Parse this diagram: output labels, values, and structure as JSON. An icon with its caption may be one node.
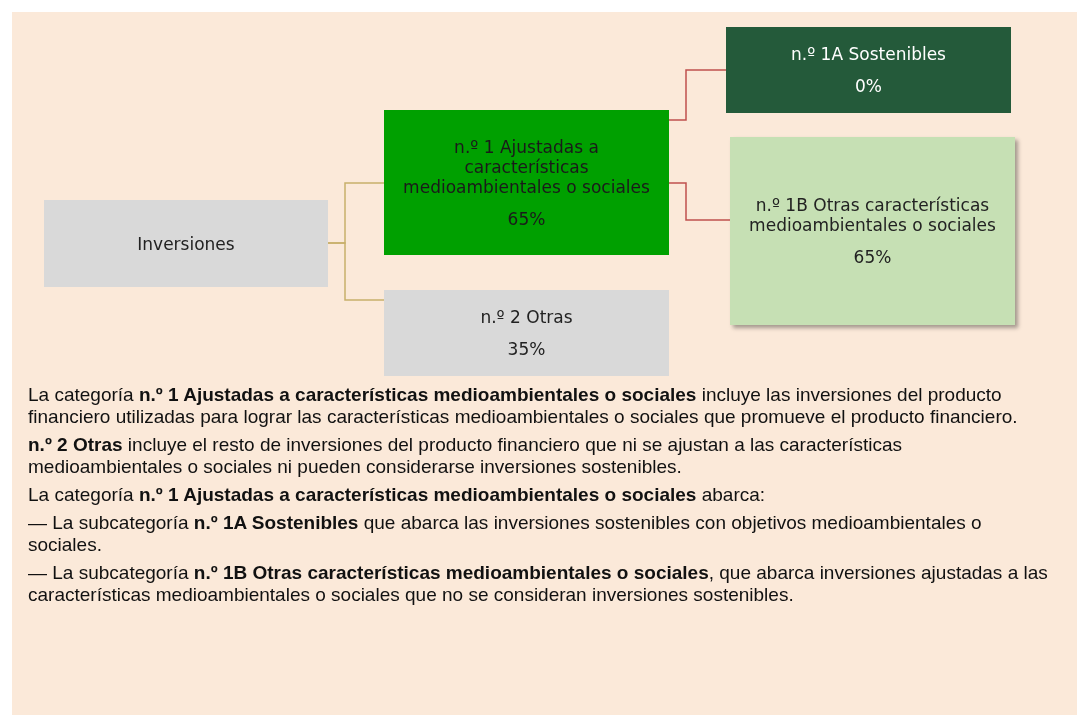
{
  "diagram": {
    "nodes": [
      {
        "text": [
          "Inversiones"
        ]
      },
      {
        "text": [
          "n.º 1 Ajustadas a características medioambientales o sociales",
          "65%"
        ]
      },
      {
        "text": [
          "n.º 2 Otras",
          "35%"
        ]
      },
      {
        "text": [
          "n.º 1A Sostenibles",
          "0%"
        ]
      },
      {
        "text": [
          "n.º 1B Otras características medioambientales o sociales",
          "65%"
        ]
      }
    ],
    "edges": [
      {
        "from": 0,
        "to": 1,
        "arrow": "none"
      },
      {
        "from": 0,
        "to": 2,
        "arrow": "none"
      },
      {
        "from": 1,
        "to": 3,
        "arrow": "none",
        "color": "#c0504d"
      },
      {
        "from": 1,
        "to": 4,
        "arrow": "none",
        "color": "#c0504d"
      }
    ],
    "labels": [
      "La categoría **n.º 1 Ajustadas a características medioambientales o sociales** incluye las inversiones del producto financiero utilizadas para lograr las características medioambientales o sociales que promueve el producto financiero.",
      "**n.º 2 Otras** incluye el resto de inversiones del producto financiero que ni se ajustan a las características medioambientales o sociales ni pueden considerarse inversiones sostenibles.",
      "La categoría **n.º 1 Ajustadas a características medioambientales o sociales** abarca:",
      "— La subcategoría **n.º 1A Sostenibles** que abarca las inversiones sostenibles con objetivos medioambientales o sociales.",
      "— La subcategoría **n.º 1B Otras características medioambientales o sociales**, que abarca inversiones ajustadas a las características medioambientales o sociales que no se consideran inversiones sostenibles."
    ]
  }
}
